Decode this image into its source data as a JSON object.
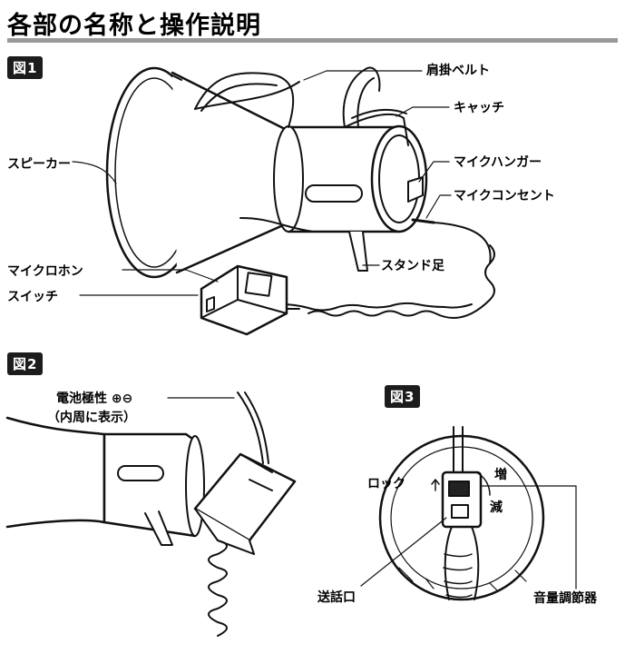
{
  "page": {
    "title": "各部の名称と操作説明"
  },
  "figures": {
    "fig1": {
      "badge": "図1",
      "labels": {
        "shoulder_belt": "肩掛ベルト",
        "catch": "キャッチ",
        "speaker": "スピーカー",
        "mic_hanger": "マイクハンガー",
        "mic_outlet": "マイクコンセント",
        "stand_leg": "スタンド足",
        "microphone": "マイクロホン",
        "switch": "スイッチ"
      }
    },
    "fig2": {
      "badge": "図2",
      "labels": {
        "battery_polarity": "電池極性 ⊕⊖",
        "battery_note": "（内周に表示）"
      }
    },
    "fig3": {
      "badge": "図3",
      "labels": {
        "lock": "ロック",
        "increase": "増",
        "decrease": "減",
        "mouthpiece": "送話口",
        "volume_control": "音量調節器"
      }
    }
  }
}
